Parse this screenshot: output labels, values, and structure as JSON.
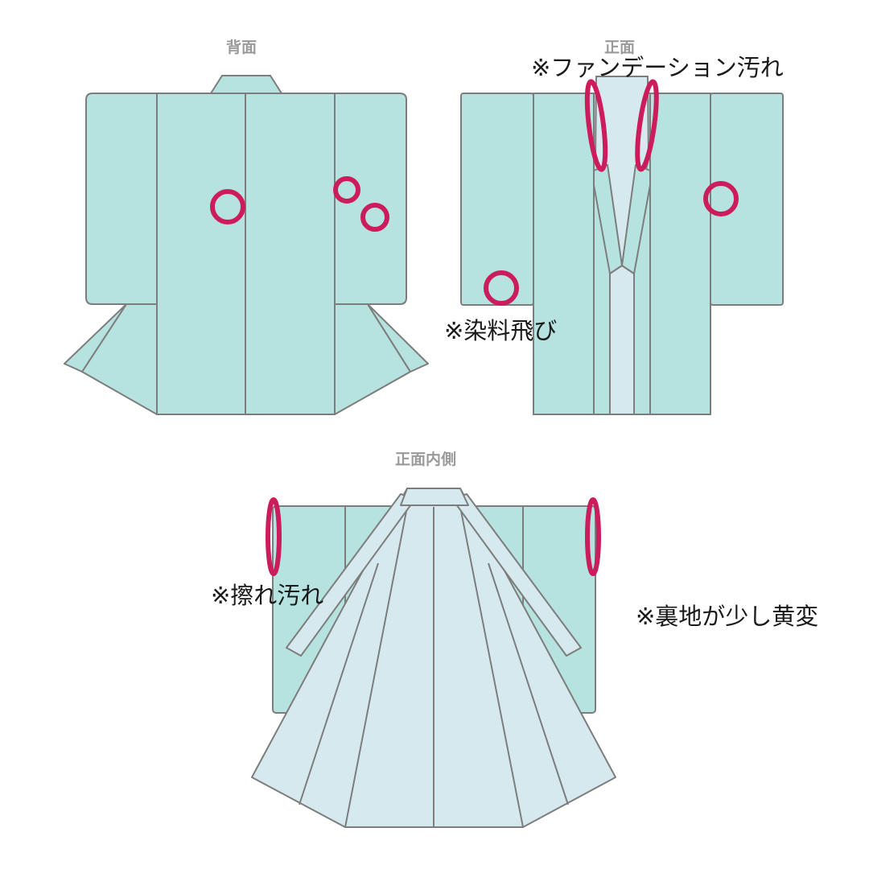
{
  "views": {
    "back_title": "背面",
    "front_title": "正面",
    "inside_title": "正面内側"
  },
  "notes": {
    "foundation_stain": "※ファンデーション汚れ",
    "dye_spot": "※染料飛び",
    "rub_stain": "※擦れ汚れ",
    "lining_yellowing": "※裏地が少し黄変"
  },
  "colors": {
    "outer_fabric": "#b6e2df",
    "lining": "#d6e9ef",
    "outline": "#7d7d7d",
    "marker": "#cc1c5c",
    "title_gray": "#9a9a9a"
  }
}
